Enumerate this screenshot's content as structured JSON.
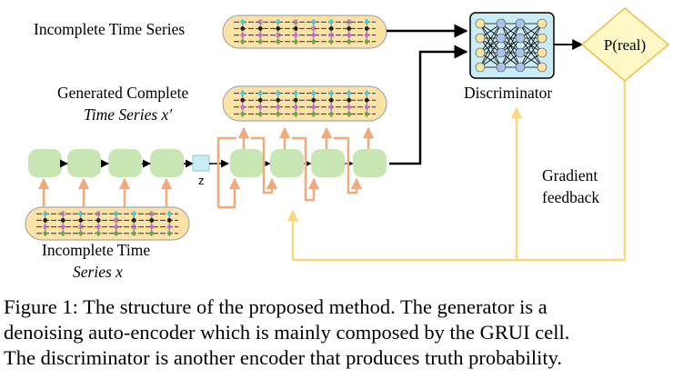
{
  "labels": {
    "incomplete_top": "Incomplete Time Series",
    "generated_line1": "Generated Complete",
    "generated_line2": "Time Series x′",
    "discriminator": "Discriminator",
    "preal": "P(real)",
    "gradient_line1": "Gradient",
    "gradient_line2": "feedback",
    "incomplete_bottom_line1": "Incomplete Time",
    "incomplete_bottom_line2": "Series x",
    "z": "z"
  },
  "caption": {
    "line1": "Figure 1: The structure of the proposed method. The generator is a",
    "line2": "denoising auto-encoder which is mainly composed by the GRUI cell.",
    "line3": "The discriminator is another encoder that produces truth probability."
  },
  "colors": {
    "series_fill": "#fbe3a7",
    "series_border": "#a9a9a9",
    "cell_fill": "#c7e6b3",
    "orange_arrow": "#f4a97a",
    "yellow_arrow": "#fad77e",
    "z_fill": "#c9ecf5",
    "disc_fill": "#c9ecf5",
    "disc_node": "#fbe3a7",
    "disc_node_mid": "#a9c3ec",
    "diamond_fill": "#fef7c6",
    "diamond_stroke": "#e8c24b"
  }
}
